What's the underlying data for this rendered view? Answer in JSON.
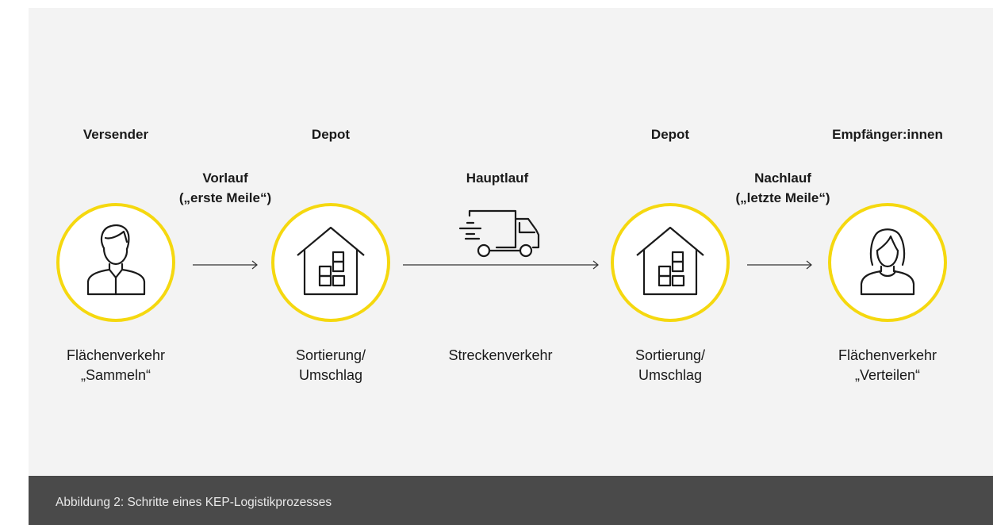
{
  "nodes": [
    {
      "title": "Versender",
      "desc_line1": "Flächenverkehr",
      "desc_line2": "„Sammeln“",
      "icon": "person-male-icon"
    },
    {
      "title": "Depot",
      "desc_line1": "Sortierung/",
      "desc_line2": "Umschlag",
      "icon": "warehouse-icon"
    },
    {
      "title": "Depot",
      "desc_line1": "Sortierung/",
      "desc_line2": "Umschlag",
      "icon": "warehouse-icon"
    },
    {
      "title": "Empfänger:innen",
      "desc_line1": "Flächenverkehr",
      "desc_line2": "„Verteilen“",
      "icon": "person-female-icon"
    }
  ],
  "legs": [
    {
      "title_line1": "Vorlauf",
      "title_line2": "(„erste Meile“)"
    },
    {
      "title_line1": "Hauptlauf",
      "title_line2": "",
      "desc": "Streckenverkehr",
      "icon": "truck-icon"
    },
    {
      "title_line1": "Nachlauf",
      "title_line2": "(„letzte Meile“)"
    }
  ],
  "colors": {
    "ring": "#f5d80f",
    "stroke": "#1a1a1a",
    "caption_bg": "#4a4a4a"
  },
  "caption": "Abbildung 2: Schritte eines KEP-Logistikprozesses"
}
